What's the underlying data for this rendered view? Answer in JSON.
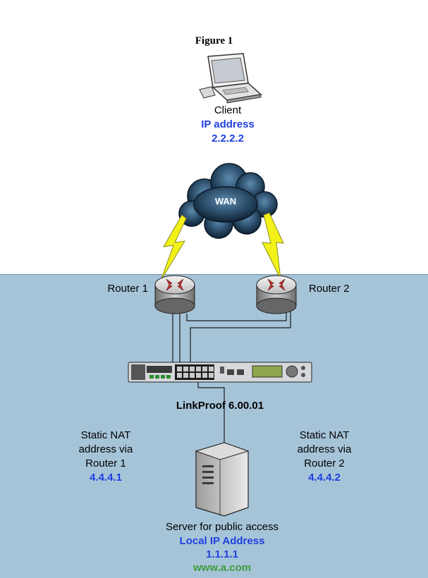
{
  "figure_title": "Figure 1",
  "client": {
    "name": "Client",
    "ip_label": "IP address",
    "ip": "2.2.2.2"
  },
  "wan": {
    "label": "WAN"
  },
  "routers": [
    {
      "label": "Router 1"
    },
    {
      "label": "Router 2"
    }
  ],
  "device": {
    "label": "LinkProof 6.00.01"
  },
  "nat_left": {
    "line1": "Static NAT",
    "line2": "address via",
    "line3": "Router 1",
    "ip": "4.4.4.1"
  },
  "nat_right": {
    "line1": "Static NAT",
    "line2": "address via",
    "line3": "Router 2",
    "ip": "4.4.4.2"
  },
  "server": {
    "name": "Server for public access",
    "ip_label": "Local IP Address",
    "ip": "1.1.1.1",
    "url": "www.a.com"
  },
  "colors": {
    "lan_zone": "#a6c4d8",
    "ip_text": "#1f3fe0",
    "url_text": "#3f9a3a",
    "lightning": "#f2f21a",
    "cloud": "#1d3a52"
  }
}
